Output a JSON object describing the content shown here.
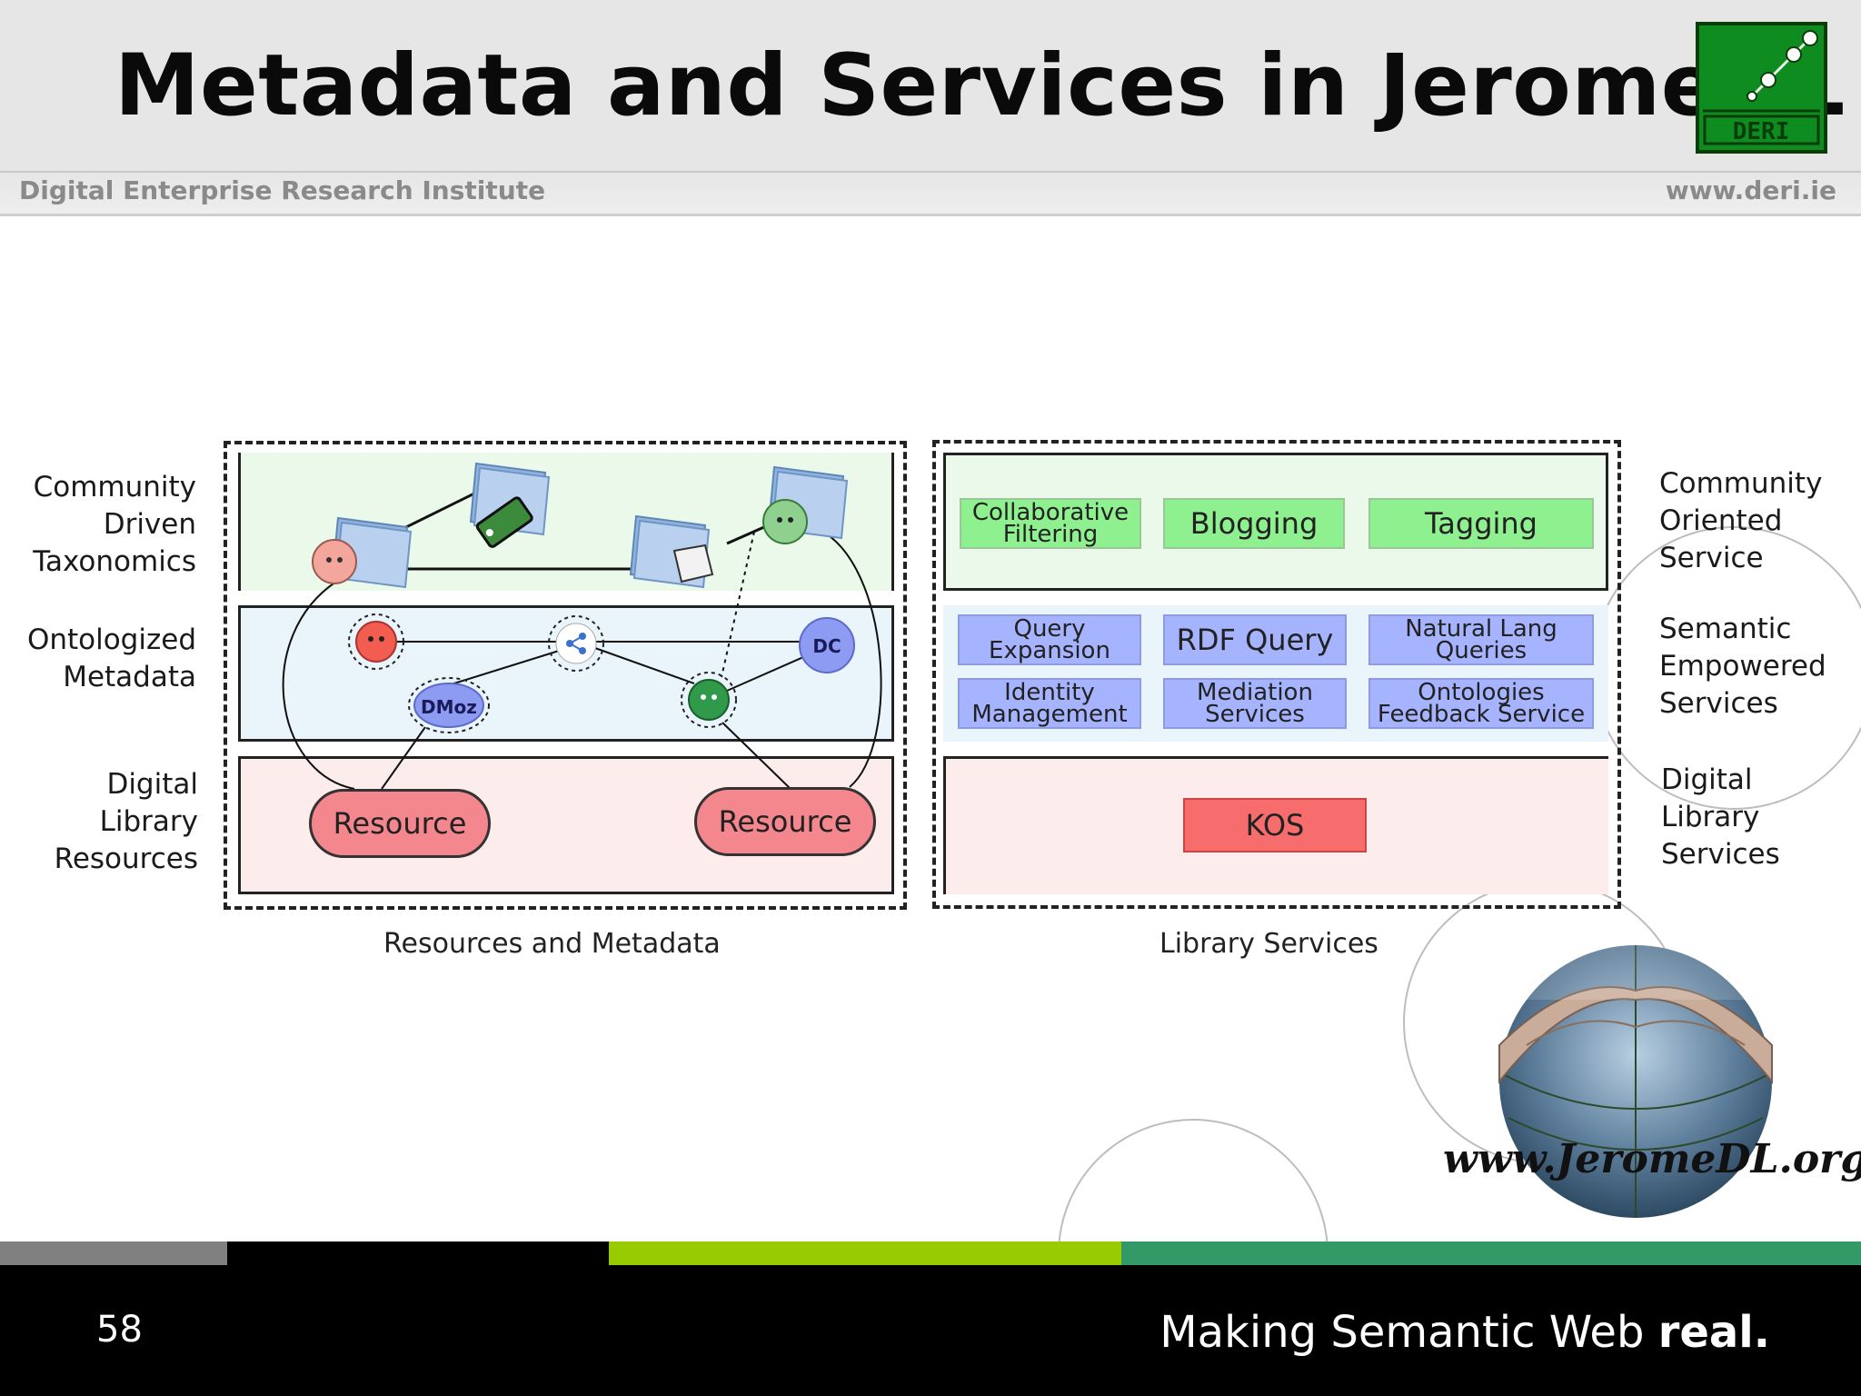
{
  "header": {
    "title": "Metadata and Services in JeromeDL",
    "institute": "Digital Enterprise Research Institute",
    "website": "www.deri.ie",
    "logo_text": "DERI"
  },
  "left_labels": {
    "taxonomies": [
      "Community",
      "Driven",
      "Taxonomics"
    ],
    "metadata": [
      "Ontologized",
      "Metadata"
    ],
    "resources": [
      "Digital",
      "Library",
      "Resources"
    ]
  },
  "right_labels": {
    "community": [
      "Community",
      "Oriented",
      "Service"
    ],
    "semantic": [
      "Semantic",
      "Empowered",
      "Services"
    ],
    "library": [
      "Digital",
      "Library",
      "Services"
    ]
  },
  "left_panel": {
    "caption": "Resources and Metadata",
    "nodes": {
      "dmoz": "DMoz",
      "dc": "DC"
    },
    "resources": [
      "Resource",
      "Resource"
    ]
  },
  "right_panel": {
    "caption": "Library Services",
    "community_services": [
      [
        "Collaborative",
        "Filtering"
      ],
      "Blogging",
      "Tagging"
    ],
    "semantic_services": {
      "query_expansion": [
        "Query",
        "Expansion"
      ],
      "rdf_query": "RDF Query",
      "natural_lang": [
        "Natural Lang",
        "Queries"
      ],
      "identity": [
        "Identity",
        "Management"
      ],
      "mediation": [
        "Mediation",
        "Services"
      ],
      "ontologies": [
        "Ontologies",
        "Feedback Service"
      ]
    },
    "library_service": "KOS"
  },
  "jeromedl_url": "www.JeromeDL.org",
  "footer": {
    "page_number": "58",
    "tagline_regular": "Making Semantic Web ",
    "tagline_bold": "real."
  },
  "colors": {
    "green_layer": "#eaf9ea",
    "blue_layer": "#eaf4fb",
    "red_layer": "#fdecec",
    "stripe_gray": "#808080",
    "stripe_black": "#000000",
    "stripe_lime": "#99cc00",
    "stripe_teal": "#339966"
  }
}
